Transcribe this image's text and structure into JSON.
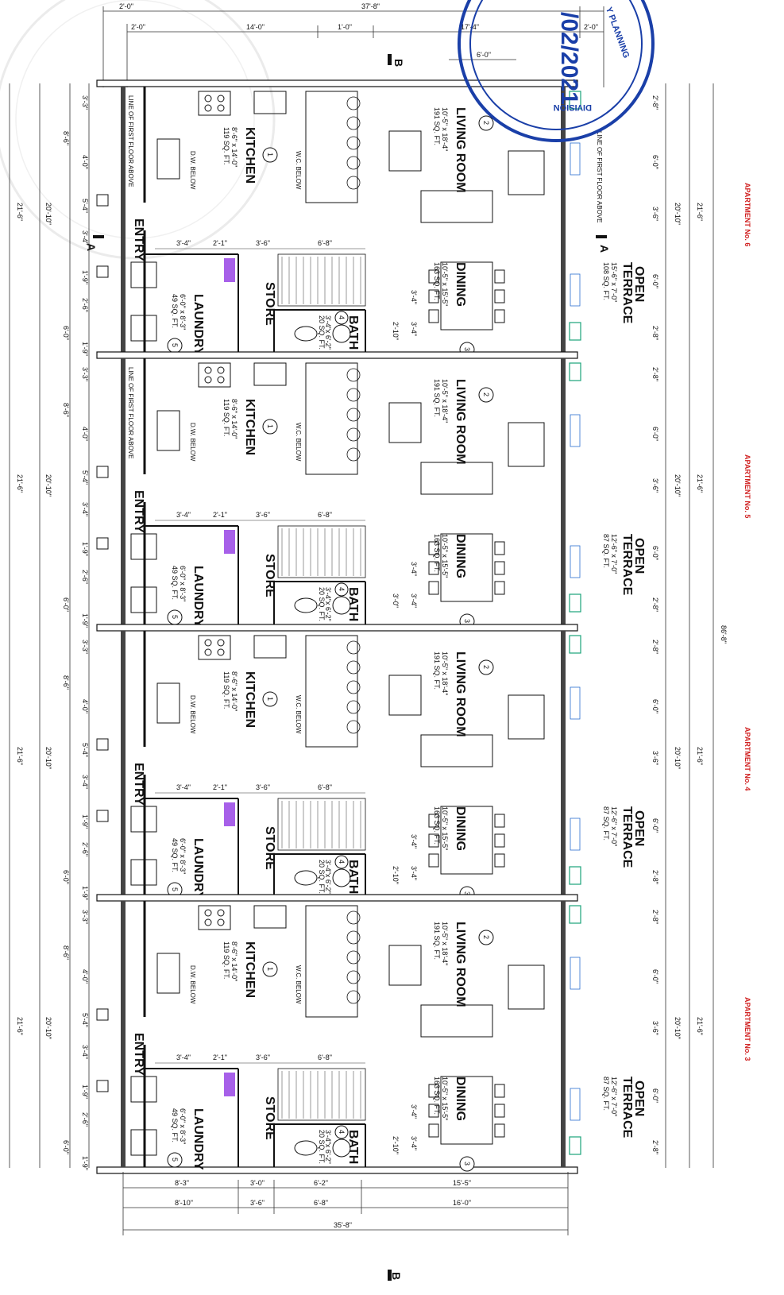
{
  "stamp": {
    "date_text": "/02/2021",
    "line1": "Y PLANNING",
    "line2": "DIVISION",
    "color": "#1a3fa8"
  },
  "section_marks": {
    "a": "A",
    "b": "B"
  },
  "top_dims": {
    "overall": "37'-8\"",
    "left_outer": "2'-0\"",
    "left_inner": "2'-0\"",
    "d1": "14'-0\"",
    "d2": "1'-0\"",
    "d3": "17'-4\"",
    "d4": "6'-0\"",
    "right": "2'-0\""
  },
  "bottom_dims": {
    "row1": [
      "8'-3\"",
      "3'-0\"",
      "6'-2\"",
      "15'-5\""
    ],
    "row2": [
      "8'-10\"",
      "3'-6\"",
      "6'-8\"",
      "16'-0\""
    ],
    "overall": "35'-8\""
  },
  "total_height_dim": "86'-8\"",
  "apartments": [
    {
      "label": "APARTMENT No. 6",
      "kitchen": {
        "num": "1",
        "name": "KITCHEN",
        "size": "8'-6\" x 14'-0\"",
        "area": "119 SQ. FT."
      },
      "living": {
        "num": "2",
        "name": "LIVING ROOM",
        "size": "10'-5\" x 18'-4\"",
        "area": "191 SQ. FT."
      },
      "dining": {
        "num": "3",
        "name": "DINING",
        "size": "10'-5\" x 15'-5\"",
        "area": "163 SQ. FT."
      },
      "bath": {
        "num": "4",
        "name": "BATH",
        "size": "3'-4\"x 6'-2\"",
        "area": "20 SQ. FT."
      },
      "laundry": {
        "num": "5",
        "name": "LAUNDRY",
        "size": "6'-0\" x 8'-3\"",
        "area": "49 SQ. FT."
      },
      "terrace": {
        "name1": "OPEN",
        "name2": "TERRACE",
        "size": "15'-6\" x 7'-0\"",
        "area": "108 SQ. FT."
      },
      "store": "STORE",
      "entry": "ENTRY",
      "dw": "D.W. BELOW",
      "wc": "W.C. BELOW",
      "note_left": "LINE OF FIRST FLOOR ABOVE",
      "note_right": "LINE OF FIRST FLOOR ABOVE",
      "dims_left": [
        "3'-3\"",
        "8'-6\"",
        "4'-0\"",
        "5'-4\"",
        "3'-4\"",
        "1'-9\"",
        "2'-6\"",
        "6'-0\"",
        "1'-9\""
      ],
      "dims_right": [
        "2'-8\"",
        "6'-0\"",
        "3'-6\"",
        "6'-0\"",
        "2'-8\""
      ],
      "dim_outer_l": "21'-6\"",
      "dim_inner_l": "20'-10\"",
      "dim_outer_r": "21'-6\"",
      "dim_inner_r": "20'-10\"",
      "mid_dims": [
        "3'-4\"",
        "2'-1\"",
        "3'-6\"",
        "6'-8\""
      ],
      "bath_dims": [
        "3'-4\"",
        "2'-10\"",
        "3'-4\""
      ]
    },
    {
      "label": "APARTMENT No. 5",
      "kitchen": {
        "num": "1",
        "name": "KITCHEN",
        "size": "8'-6\" x 14'-0\"",
        "area": "119 SQ. FT."
      },
      "living": {
        "num": "2",
        "name": "LIVING ROOM",
        "size": "10'-5\" x 18'-4\"",
        "area": "191 SQ. FT."
      },
      "dining": {
        "num": "3",
        "name": "DINING",
        "size": "10'-5\" x 15'-5\"",
        "area": "163 SQ. FT."
      },
      "bath": {
        "num": "4",
        "name": "BATH",
        "size": "3'-4\"x 6'-2\"",
        "area": "20 SQ. FT."
      },
      "laundry": {
        "num": "5",
        "name": "LAUNDRY",
        "size": "6'-0\" x 8'-3\"",
        "area": "49 SQ. FT."
      },
      "terrace": {
        "name1": "OPEN",
        "name2": "TERRACE",
        "size": "12'-6\" x 7'-0\"",
        "area": "87 SQ. FT."
      },
      "store": "STORE",
      "entry": "ENTRY",
      "dw": "D.W. BELOW",
      "wc": "W.C. BELOW",
      "note_left": "LINE OF FIRST FLOOR ABOVE",
      "note_right": "",
      "dims_left": [
        "3'-3\"",
        "8'-6\"",
        "4'-0\"",
        "5'-4\"",
        "3'-4\"",
        "1'-9\"",
        "2'-6\"",
        "6'-0\"",
        "1'-9\""
      ],
      "dims_right": [
        "2'-8\"",
        "6'-0\"",
        "3'-6\"",
        "6'-0\"",
        "2'-8\""
      ],
      "dim_outer_l": "21'-6\"",
      "dim_inner_l": "20'-10\"",
      "dim_outer_r": "21'-6\"",
      "dim_inner_r": "20'-10\"",
      "mid_dims": [
        "3'-4\"",
        "2'-1\"",
        "3'-6\"",
        "6'-8\""
      ],
      "bath_dims": [
        "3'-4\"",
        "3'-0\"",
        "3'-4\""
      ]
    },
    {
      "label": "APARTMENT No. 4",
      "kitchen": {
        "num": "1",
        "name": "KITCHEN",
        "size": "8'-6\" x 14'-0\"",
        "area": "119 SQ. FT."
      },
      "living": {
        "num": "2",
        "name": "LIVING ROOM",
        "size": "10'-5\" x 18'-4\"",
        "area": "191 SQ. FT."
      },
      "dining": {
        "num": "3",
        "name": "DINING",
        "size": "10'-5\" x 15'-5\"",
        "area": "163 SQ. FT."
      },
      "bath": {
        "num": "4",
        "name": "BATH",
        "size": "3'-4\"x 6'-2\"",
        "area": "20 SQ. FT."
      },
      "laundry": {
        "num": "5",
        "name": "LAUNDRY",
        "size": "6'-0\" x 8'-3\"",
        "area": "49 SQ. FT."
      },
      "terrace": {
        "name1": "OPEN",
        "name2": "TERRACE",
        "size": "12'-6\" x 7'-0\"",
        "area": "87 SQ. FT."
      },
      "store": "STORE",
      "entry": "ENTRY",
      "dw": "D.W. BELOW",
      "wc": "W.C. BELOW",
      "note_left": "",
      "note_right": "",
      "dims_left": [
        "3'-3\"",
        "8'-6\"",
        "4'-0\"",
        "5'-4\"",
        "3'-4\"",
        "1'-9\"",
        "2'-6\"",
        "6'-0\"",
        "1'-9\""
      ],
      "dims_right": [
        "2'-8\"",
        "6'-0\"",
        "3'-6\"",
        "6'-0\"",
        "2'-8\""
      ],
      "dim_outer_l": "21'-6\"",
      "dim_inner_l": "20'-10\"",
      "dim_outer_r": "21'-6\"",
      "dim_inner_r": "20'-10\"",
      "mid_dims": [
        "3'-4\"",
        "2'-1\"",
        "3'-6\"",
        "6'-8\""
      ],
      "bath_dims": [
        "3'-4\"",
        "2'-10\"",
        "3'-4\""
      ]
    },
    {
      "label": "APARTMENT No. 3",
      "kitchen": {
        "num": "1",
        "name": "KITCHEN",
        "size": "8'-6\" x 14'-0\"",
        "area": "119 SQ. FT."
      },
      "living": {
        "num": "2",
        "name": "LIVING ROOM",
        "size": "10'-5\" x 18'-4\"",
        "area": "191 SQ. FT."
      },
      "dining": {
        "num": "3",
        "name": "DINING",
        "size": "10'-5\" x 15'-5\"",
        "area": "163 SQ. FT."
      },
      "bath": {
        "num": "4",
        "name": "BATH",
        "size": "3'-4\"x 6'-2\"",
        "area": "20 SQ. FT."
      },
      "laundry": {
        "num": "5",
        "name": "LAUNDRY",
        "size": "6'-0\" x 8'-3\"",
        "area": "49 SQ. FT."
      },
      "terrace": {
        "name1": "OPEN",
        "name2": "TERRACE",
        "size": "12'-6\" x 7'-0\"",
        "area": "87 SQ. FT."
      },
      "store": "STORE",
      "entry": "ENTRY",
      "dw": "D.W. BELOW",
      "wc": "W.C. BELOW",
      "note_left": "",
      "note_right": "",
      "dims_left": [
        "3'-3\"",
        "8'-6\"",
        "4'-0\"",
        "5'-4\"",
        "3'-4\"",
        "1'-9\"",
        "2'-6\"",
        "6'-0\"",
        "1'-9\""
      ],
      "dims_right": [
        "2'-8\"",
        "6'-0\"",
        "3'-6\"",
        "6'-0\"",
        "2'-8\""
      ],
      "dim_outer_l": "21'-6\"",
      "dim_inner_l": "20'-10\"",
      "dim_outer_r": "21'-6\"",
      "dim_inner_r": "20'-10\"",
      "mid_dims": [
        "3'-4\"",
        "2'-1\"",
        "3'-6\"",
        "6'-8\""
      ],
      "bath_dims": [
        "3'-4\"",
        "2'-10\"",
        "3'-4\""
      ]
    }
  ]
}
